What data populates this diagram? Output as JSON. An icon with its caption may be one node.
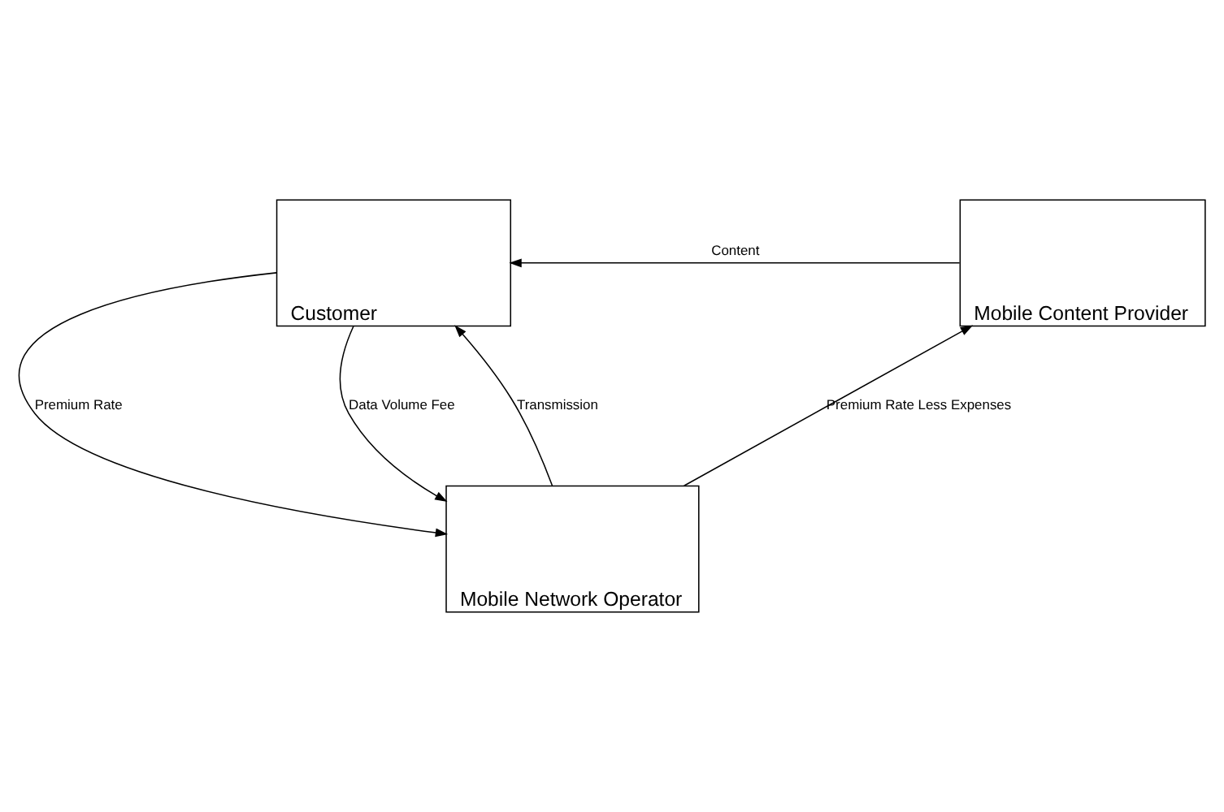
{
  "diagram": {
    "nodes": [
      {
        "text": [
          "Customer"
        ]
      },
      {
        "text": [
          "Mobile Content Provider"
        ]
      },
      {
        "text": [
          "Mobile Network Operator"
        ]
      }
    ],
    "edges": [
      {
        "from": 1,
        "to": 0,
        "arrow": "to",
        "label": "Content"
      },
      {
        "from": 0,
        "to": 2,
        "arrow": "to",
        "label": "Premium Rate"
      },
      {
        "from": 2,
        "to": 0,
        "arrow": "to",
        "label": "Transmission"
      },
      {
        "from": 0,
        "to": 2,
        "arrow": "to",
        "label": "Data Volume Fee"
      },
      {
        "from": 2,
        "to": 1,
        "arrow": "to",
        "label": "Premium Rate Less Expenses"
      }
    ]
  }
}
